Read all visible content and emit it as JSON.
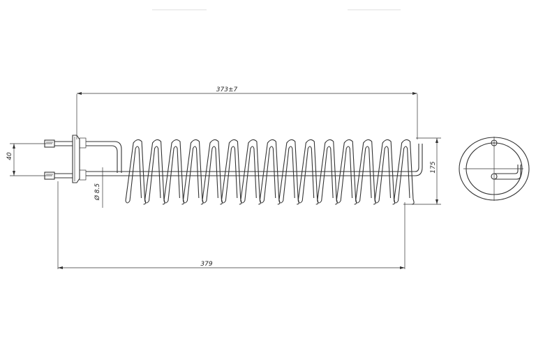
{
  "drawing": {
    "dimensions": {
      "overall_length": "373±7",
      "total_length": "379",
      "terminal_spacing": "40",
      "coil_diameter": "175",
      "tube_diameter": "Ø 8.5"
    },
    "coil": {
      "turns": 15
    },
    "colors": {
      "line": "#333333",
      "background": "#ffffff"
    }
  }
}
